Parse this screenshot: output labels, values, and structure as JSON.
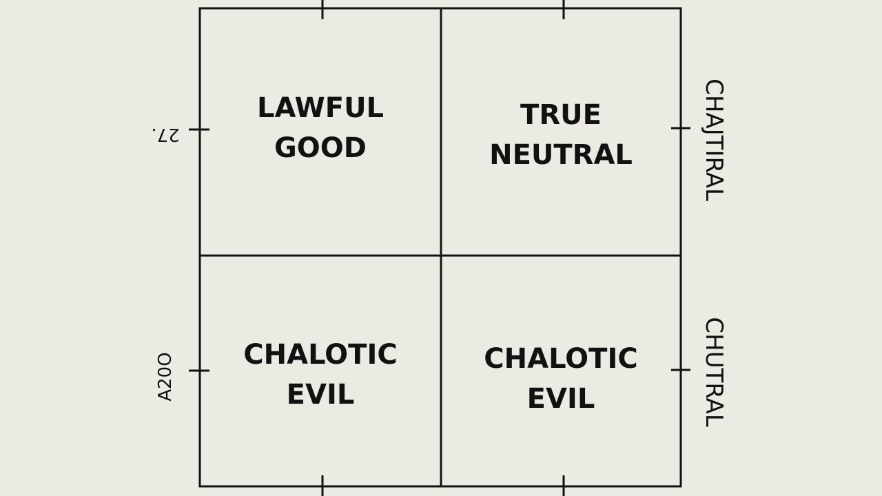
{
  "colors": {
    "background": "#ebeae3",
    "line": "#111111",
    "text": "#111111"
  },
  "grid": {
    "cells": [
      {
        "line1": "LAWFUL",
        "line2": "GOOD"
      },
      {
        "line1": "TRUE",
        "line2": "NEUTRAL"
      },
      {
        "line1": "CHALOTIC",
        "line2": "EVIL"
      },
      {
        "line1": "CHALOTIC",
        "line2": "EVIL"
      }
    ]
  },
  "labels": {
    "left_top": "27.",
    "left_bottom": "A20O",
    "right_top": "CHAJTIRAL",
    "right_bottom": "CHUTRAL"
  }
}
